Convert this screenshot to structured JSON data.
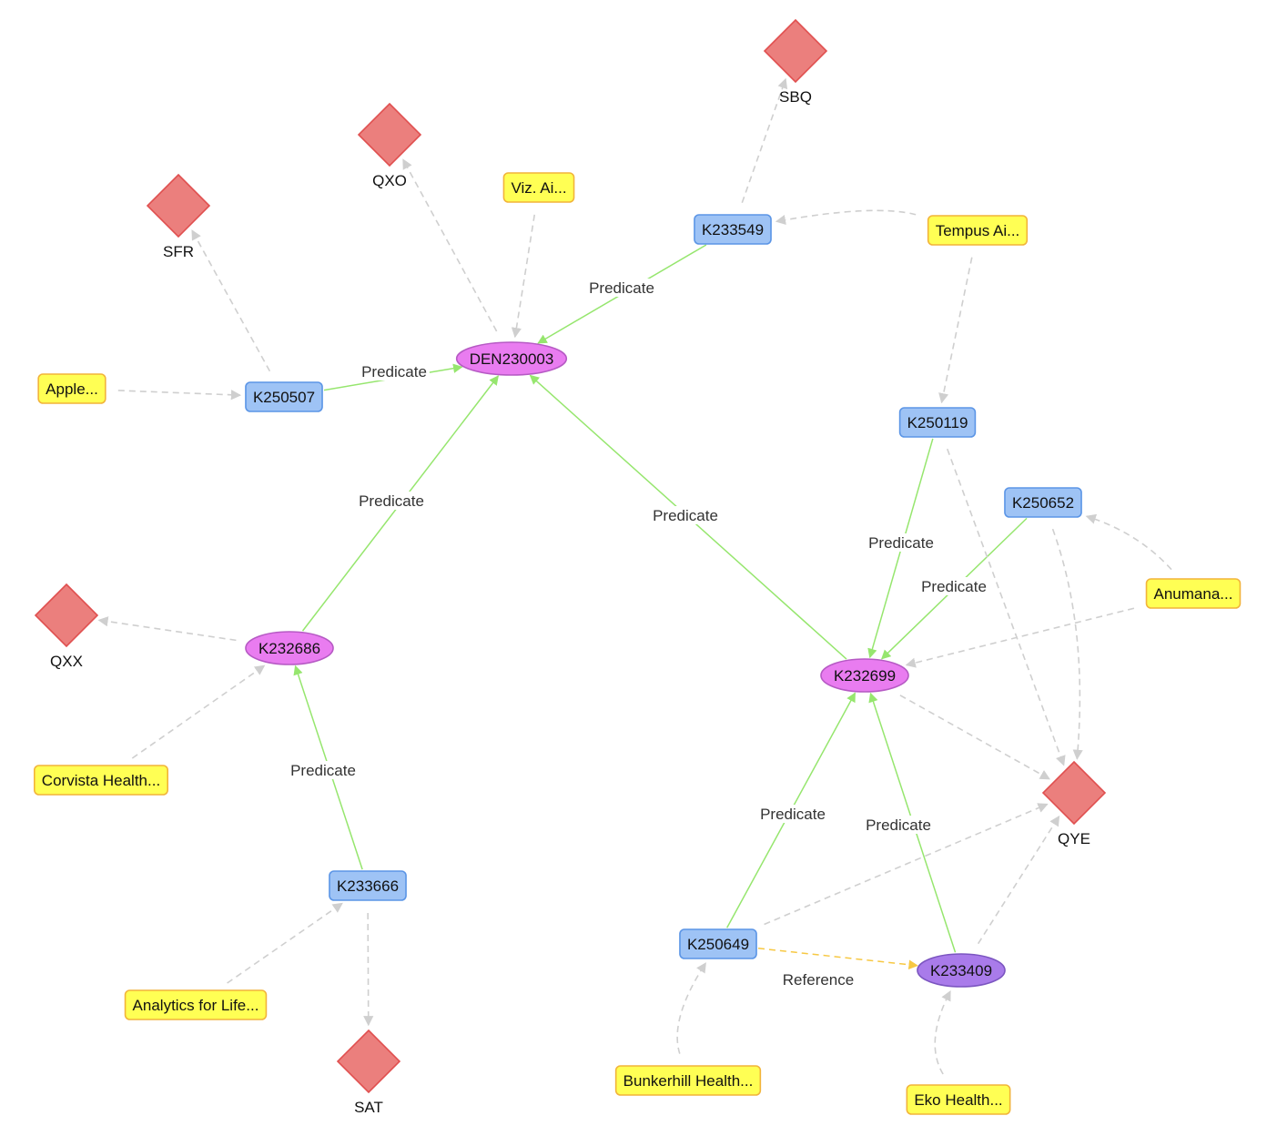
{
  "colors": {
    "product_code_fill": "#eb7f7d",
    "product_code_stroke": "#e05050",
    "company_fill": "#ffff54",
    "company_stroke": "#f2b43a",
    "submission_fill": "#9ec3f5",
    "submission_stroke": "#5b95e6",
    "denovo_fill": "#e97cf0",
    "denovo_stroke": "#b65ac4",
    "purple_fill": "#a97bea",
    "purple_stroke": "#7b55c0",
    "predicate_edge": "#96e66e",
    "reference_edge": "#f7c843",
    "dashed_edge": "#cfcfcf"
  },
  "nodes": [
    {
      "id": "DEN230003",
      "label": "DEN230003",
      "kind": "denovo"
    },
    {
      "id": "K232686",
      "label": "K232686",
      "kind": "denovo"
    },
    {
      "id": "K232699",
      "label": "K232699",
      "kind": "denovo"
    },
    {
      "id": "K233409",
      "label": "K233409",
      "kind": "purple"
    },
    {
      "id": "K233549",
      "label": "K233549",
      "kind": "submission"
    },
    {
      "id": "K250507",
      "label": "K250507",
      "kind": "submission"
    },
    {
      "id": "K250119",
      "label": "K250119",
      "kind": "submission"
    },
    {
      "id": "K250652",
      "label": "K250652",
      "kind": "submission"
    },
    {
      "id": "K233666",
      "label": "K233666",
      "kind": "submission"
    },
    {
      "id": "K250649",
      "label": "K250649",
      "kind": "submission"
    },
    {
      "id": "SBQ",
      "label": "SBQ",
      "kind": "product_code"
    },
    {
      "id": "QXO",
      "label": "QXO",
      "kind": "product_code"
    },
    {
      "id": "SFR",
      "label": "SFR",
      "kind": "product_code"
    },
    {
      "id": "QXX",
      "label": "QXX",
      "kind": "product_code"
    },
    {
      "id": "QYE",
      "label": "QYE",
      "kind": "product_code"
    },
    {
      "id": "SAT",
      "label": "SAT",
      "kind": "product_code"
    },
    {
      "id": "viz",
      "label": "Viz. Ai...",
      "kind": "company"
    },
    {
      "id": "tempus",
      "label": "Tempus Ai...",
      "kind": "company"
    },
    {
      "id": "apple",
      "label": "Apple...",
      "kind": "company"
    },
    {
      "id": "anumana",
      "label": "Anumana...",
      "kind": "company"
    },
    {
      "id": "corvista",
      "label": "Corvista Health...",
      "kind": "company"
    },
    {
      "id": "analytics",
      "label": "Analytics for Life...",
      "kind": "company"
    },
    {
      "id": "bunkerhill",
      "label": "Bunkerhill Health...",
      "kind": "company"
    },
    {
      "id": "eko",
      "label": "Eko Health...",
      "kind": "company"
    }
  ],
  "edges": [
    {
      "from": "K233549",
      "to": "DEN230003",
      "type": "predicate",
      "label": "Predicate"
    },
    {
      "from": "K250507",
      "to": "DEN230003",
      "type": "predicate",
      "label": "Predicate"
    },
    {
      "from": "K232686",
      "to": "DEN230003",
      "type": "predicate",
      "label": "Predicate"
    },
    {
      "from": "K232699",
      "to": "DEN230003",
      "type": "predicate",
      "label": "Predicate"
    },
    {
      "from": "K250119",
      "to": "K232699",
      "type": "predicate",
      "label": "Predicate"
    },
    {
      "from": "K250652",
      "to": "K232699",
      "type": "predicate",
      "label": "Predicate"
    },
    {
      "from": "K233666",
      "to": "K232686",
      "type": "predicate",
      "label": "Predicate"
    },
    {
      "from": "K250649",
      "to": "K232699",
      "type": "predicate",
      "label": "Predicate"
    },
    {
      "from": "K233409",
      "to": "K232699",
      "type": "predicate",
      "label": "Predicate"
    },
    {
      "from": "K250649",
      "to": "K233409",
      "type": "reference",
      "label": "Reference"
    },
    {
      "from": "K233549",
      "to": "SBQ",
      "type": "dashed",
      "label": ""
    },
    {
      "from": "DEN230003",
      "to": "QXO",
      "type": "dashed",
      "label": ""
    },
    {
      "from": "viz",
      "to": "DEN230003",
      "type": "dashed",
      "label": ""
    },
    {
      "from": "tempus",
      "to": "K233549",
      "type": "dashed",
      "label": "",
      "curved": true
    },
    {
      "from": "tempus",
      "to": "K250119",
      "type": "dashed",
      "label": ""
    },
    {
      "from": "K250507",
      "to": "SFR",
      "type": "dashed",
      "label": ""
    },
    {
      "from": "apple",
      "to": "K250507",
      "type": "dashed",
      "label": ""
    },
    {
      "from": "K232686",
      "to": "QXX",
      "type": "dashed",
      "label": ""
    },
    {
      "from": "corvista",
      "to": "K232686",
      "type": "dashed",
      "label": ""
    },
    {
      "from": "analytics",
      "to": "K233666",
      "type": "dashed",
      "label": ""
    },
    {
      "from": "K233666",
      "to": "SAT",
      "type": "dashed",
      "label": ""
    },
    {
      "from": "K250119",
      "to": "QYE",
      "type": "dashed",
      "label": ""
    },
    {
      "from": "K250652",
      "to": "QYE",
      "type": "dashed",
      "label": "",
      "curved": true
    },
    {
      "from": "anumana",
      "to": "K250652",
      "type": "dashed",
      "label": "",
      "curved": true
    },
    {
      "from": "anumana",
      "to": "K232699",
      "type": "dashed",
      "label": ""
    },
    {
      "from": "K232699",
      "to": "QYE",
      "type": "dashed",
      "label": ""
    },
    {
      "from": "K250649",
      "to": "QYE",
      "type": "dashed",
      "label": ""
    },
    {
      "from": "K233409",
      "to": "QYE",
      "type": "dashed",
      "label": ""
    },
    {
      "from": "bunkerhill",
      "to": "K250649",
      "type": "dashed",
      "label": "",
      "curved": true
    },
    {
      "from": "eko",
      "to": "K233409",
      "type": "dashed",
      "label": "",
      "curved": true
    }
  ]
}
